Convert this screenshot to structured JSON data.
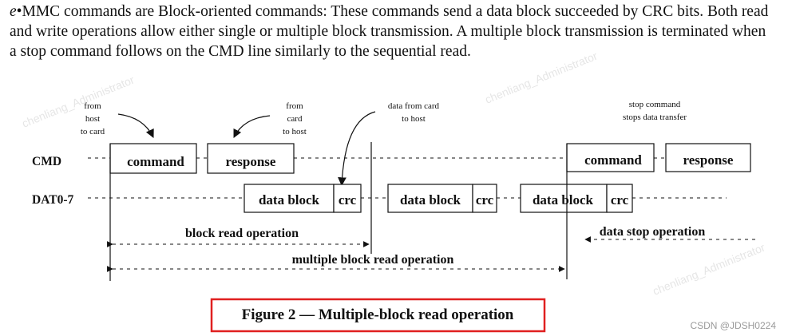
{
  "paragraph": {
    "lead": "e",
    "text": "•MMC commands are Block-oriented commands: These commands send a data block succeeded by CRC bits. Both read and write operations allow either single or multiple block transmission. A multiple block transmission is terminated when a stop command follows on the CMD line similarly to the sequential read."
  },
  "diagram": {
    "annotations": {
      "from_host": [
        "from",
        "host",
        "to card"
      ],
      "from_card": [
        "from",
        "card",
        "to host"
      ],
      "data_from_card": [
        "data from card",
        "to host"
      ],
      "stop_command": [
        "stop command",
        "stops data transfer"
      ]
    },
    "signals": {
      "cmd": "CMD",
      "dat": "DAT0-7"
    },
    "boxes": {
      "command_1": "command",
      "response_1": "response",
      "command_2": "command",
      "response_2": "response",
      "data_block_1": "data block",
      "crc_1": "crc",
      "data_block_2": "data block",
      "crc_2": "crc",
      "data_block_3": "data block",
      "crc_3": "crc"
    },
    "operations": {
      "block_read": "block read operation",
      "multiple_block_read": "multiple block read operation",
      "data_stop": "data stop operation"
    }
  },
  "caption": "Figure 2 — Multiple-block read operation",
  "watermarks": {
    "csdn": "CSDN @JDSH0224",
    "faint": "chenliang_Administrator"
  },
  "colors": {
    "caption_border": "#e02020",
    "line": "#111111"
  }
}
